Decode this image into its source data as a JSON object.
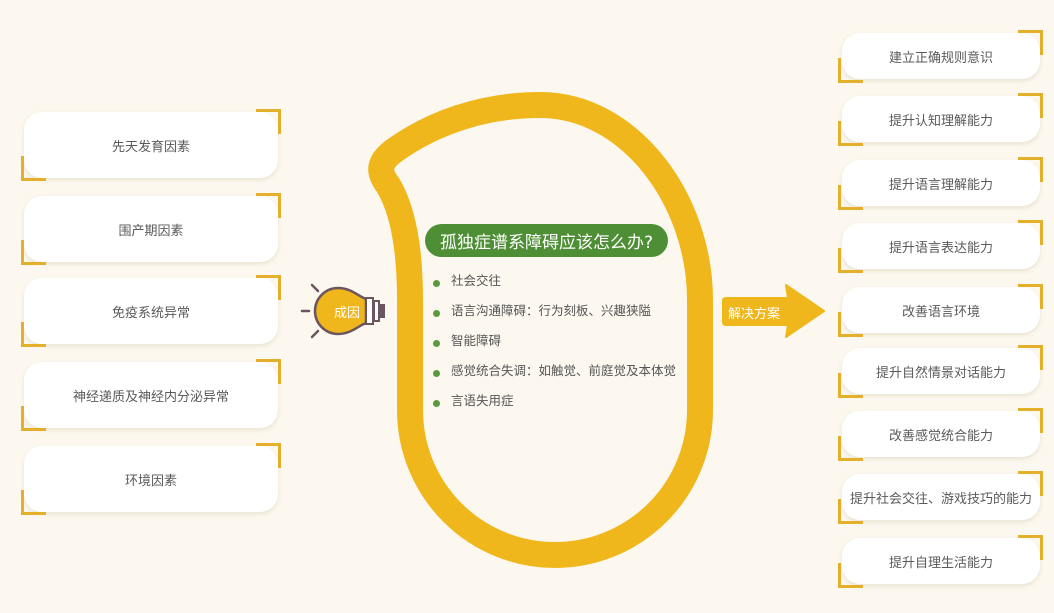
{
  "title": "孤独症谱系障碍应该怎么办?",
  "center": {
    "items": [
      "社会交往",
      "语言沟通障碍：行为刻板、兴趣狭隘",
      "智能障碍",
      "感觉统合失调：如触觉、前庭觉及本体觉",
      "言语失用症"
    ]
  },
  "causes": {
    "label": "成因",
    "icon": "lightbulb-icon",
    "items": [
      "先天发育因素",
      "围产期因素",
      "免疫系统异常",
      "神经递质及神经内分泌异常",
      "环境因素"
    ]
  },
  "solutions": {
    "label": "解决方案",
    "icon": "arrow-right-icon",
    "items": [
      "建立正确规则意识",
      "提升认知理解能力",
      "提升语言理解能力",
      "提升语言表达能力",
      "改善语言环境",
      "提升自然情景对话能力",
      "改善感觉统合能力",
      "提升社会交往、游戏技巧的能力",
      "提升自理生活能力"
    ]
  },
  "colors": {
    "accent_yellow": "#efb71b",
    "bracket_yellow": "#e4af2b",
    "title_green": "#4e8f35",
    "bullet_green": "#5a9a3c",
    "background": "#fcf8ef",
    "bulb_outline": "#6b5560"
  }
}
